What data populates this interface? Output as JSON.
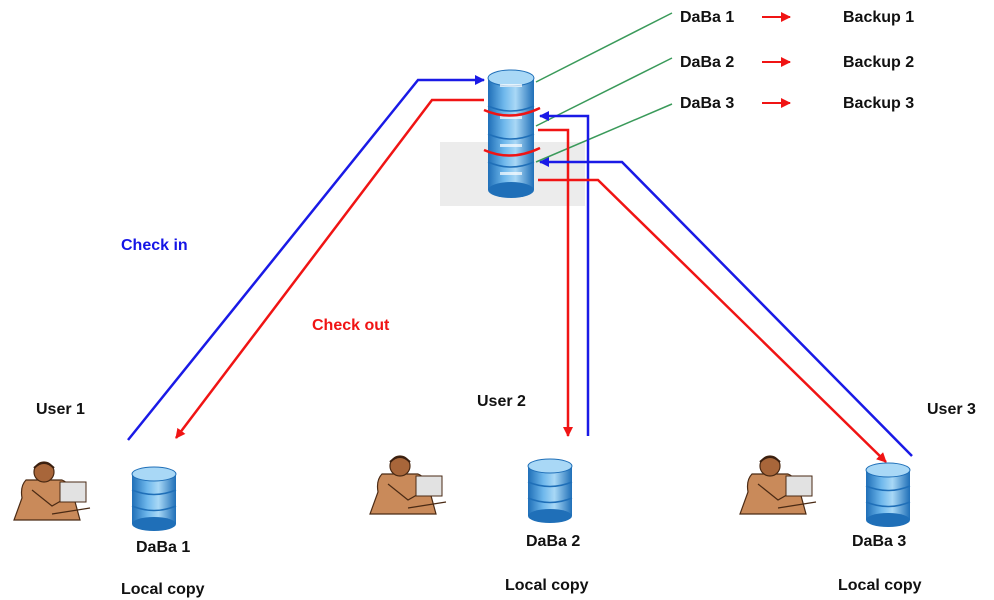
{
  "colors": {
    "check_in": "#1a1ae6",
    "check_out": "#f01414",
    "backup_link": "#3a9a5a",
    "db_light": "#a9d8f6",
    "db_mid": "#4e9fe0",
    "db_dark": "#1f6fb8",
    "server_panel": "#ececec"
  },
  "legend": [
    {
      "database": "DaBa 1",
      "backup": "Backup 1"
    },
    {
      "database": "DaBa 2",
      "backup": "Backup 2"
    },
    {
      "database": "DaBa 3",
      "backup": "Backup 3"
    }
  ],
  "flow_labels": {
    "check_in": "Check in",
    "check_out": "Check out"
  },
  "users": [
    {
      "name": "User 1",
      "database": "DaBa 1",
      "caption": "Local copy",
      "icon": "office-worker-icon"
    },
    {
      "name": "User 2",
      "database": "DaBa 2",
      "caption": "Local copy",
      "icon": "office-worker-icon"
    },
    {
      "name": "User 3",
      "database": "DaBa 3",
      "caption": "Local copy",
      "icon": "office-worker-icon"
    }
  ],
  "icons": {
    "server": "database-server-icon",
    "local_db": "database-icon",
    "arrow": "arrow-right-icon"
  }
}
